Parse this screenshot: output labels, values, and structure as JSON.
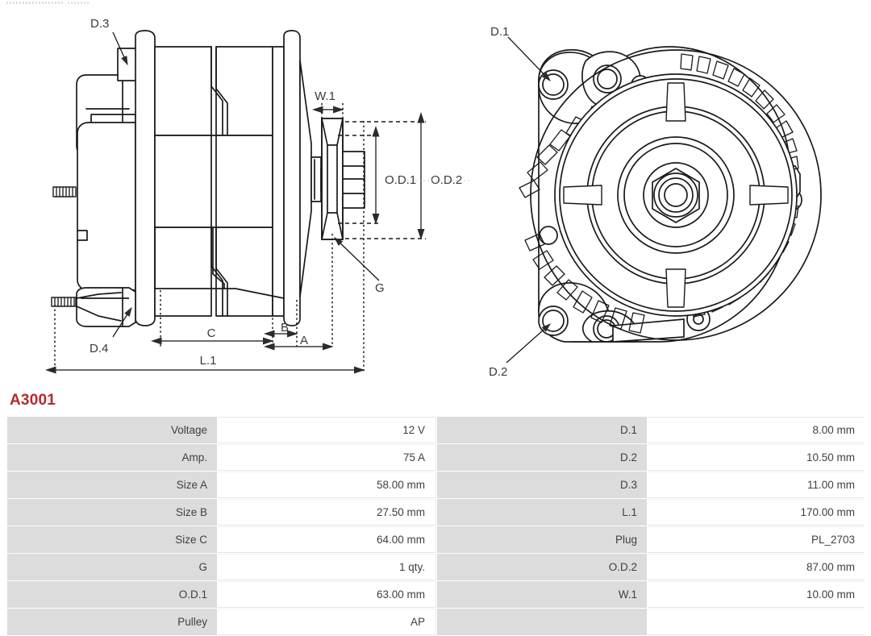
{
  "part": {
    "code": "A3001"
  },
  "drawing": {
    "side_view": {
      "labels": {
        "d3": "D.3",
        "d4": "D.4",
        "w1": "W.1",
        "od1": "O.D.1",
        "od2": "O.D.2",
        "g": "G",
        "a": "A",
        "b": "B",
        "c": "C",
        "l1": "L.1"
      }
    },
    "front_view": {
      "labels": {
        "d1": "D.1",
        "d2": "D.2"
      }
    }
  },
  "spec_tables": {
    "left": {
      "rows": [
        {
          "label": "Voltage",
          "value": "12 V"
        },
        {
          "label": "Amp.",
          "value": "75 A"
        },
        {
          "label": "Size A",
          "value": "58.00 mm"
        },
        {
          "label": "Size B",
          "value": "27.50 mm"
        },
        {
          "label": "Size C",
          "value": "64.00 mm"
        },
        {
          "label": "G",
          "value": "1 qty."
        },
        {
          "label": "O.D.1",
          "value": "63.00 mm"
        },
        {
          "label": "Pulley",
          "value": "AP"
        }
      ]
    },
    "right": {
      "rows": [
        {
          "label": "D.1",
          "value": "8.00 mm"
        },
        {
          "label": "D.2",
          "value": "10.50 mm"
        },
        {
          "label": "D.3",
          "value": "11.00 mm"
        },
        {
          "label": "L.1",
          "value": "170.00 mm"
        },
        {
          "label": "Plug",
          "value": "PL_2703"
        },
        {
          "label": "O.D.2",
          "value": "87.00 mm"
        },
        {
          "label": "W.1",
          "value": "10.00 mm"
        },
        {
          "label": "",
          "value": ""
        }
      ]
    }
  },
  "colors": {
    "title": "#b5282d",
    "label_cell": "#dcdcdc",
    "text": "#3f3f3f",
    "line": "#1a1a1a"
  }
}
